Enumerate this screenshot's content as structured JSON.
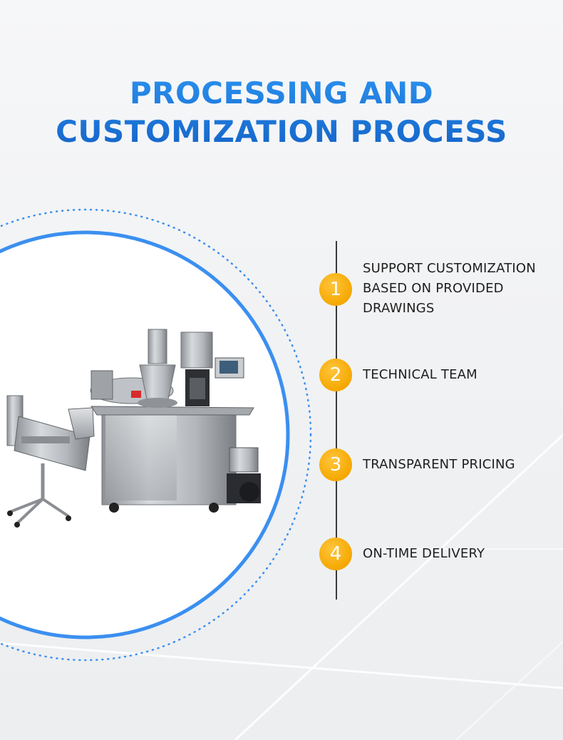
{
  "heading": {
    "line1": "PROCESSING AND",
    "line2": "CUSTOMIZATION PROCESS"
  },
  "colors": {
    "title_blue": "#1a78d8",
    "ring_blue": "#3b8ff0",
    "badge_yellow": "#f5a800",
    "timeline": "#3a3a3a"
  },
  "steps": [
    {
      "number": "1",
      "lines": [
        "SUPPORT CUSTOMIZATION",
        "BASED ON PROVIDED",
        "DRAWINGS"
      ]
    },
    {
      "number": "2",
      "lines": [
        "TECHNICAL TEAM"
      ]
    },
    {
      "number": "3",
      "lines": [
        "TRANSPARENT PRICING"
      ]
    },
    {
      "number": "4",
      "lines": [
        "ON-TIME DELIVERY"
      ]
    }
  ],
  "image": {
    "subject": "capsule filling machine with polishing machine"
  }
}
